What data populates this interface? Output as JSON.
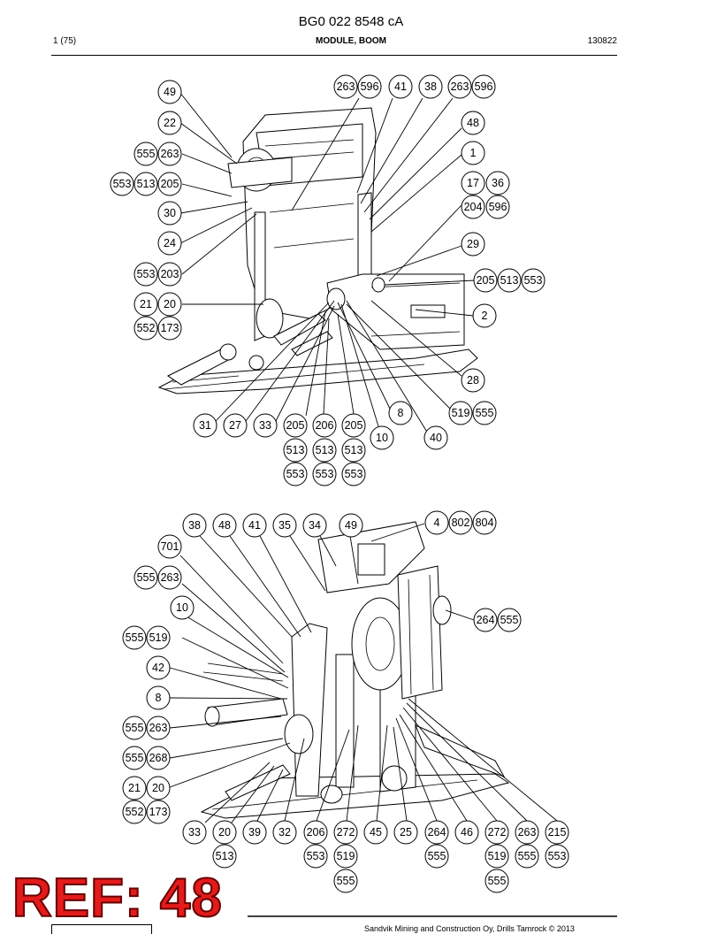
{
  "document": {
    "title": "BG0 022 8548 cA",
    "page": "1 (75)",
    "section": "MODULE, BOOM",
    "date_code": "130822",
    "overlay_label": "REF: 48",
    "footer": "Sandvik Mining and Construction Oy, Drills Tamrock © 2013"
  },
  "callouts_top": [
    "49",
    "22",
    "555",
    "263",
    "553",
    "513",
    "205",
    "30",
    "24",
    "553",
    "203",
    "21",
    "20",
    "552",
    "173",
    "263",
    "596",
    "41",
    "38",
    "263",
    "596",
    "48",
    "1",
    "17",
    "36",
    "204",
    "596",
    "29",
    "205",
    "513",
    "553",
    "2",
    "28",
    "519",
    "555",
    "8",
    "40",
    "10",
    "31",
    "27",
    "33",
    "205",
    "206",
    "205",
    "513",
    "513",
    "513",
    "553",
    "553",
    "553"
  ],
  "callouts_bottom": [
    "38",
    "48",
    "41",
    "35",
    "34",
    "49",
    "4",
    "802",
    "804",
    "701",
    "555",
    "263",
    "10",
    "555",
    "519",
    "42",
    "8",
    "555",
    "263",
    "555",
    "268",
    "21",
    "20",
    "552",
    "173",
    "264",
    "555",
    "33",
    "20",
    "39",
    "32",
    "206",
    "272",
    "45",
    "25",
    "264",
    "46",
    "272",
    "263",
    "215",
    "513",
    "553",
    "519",
    "555",
    "519",
    "555",
    "553",
    "555",
    "555"
  ]
}
